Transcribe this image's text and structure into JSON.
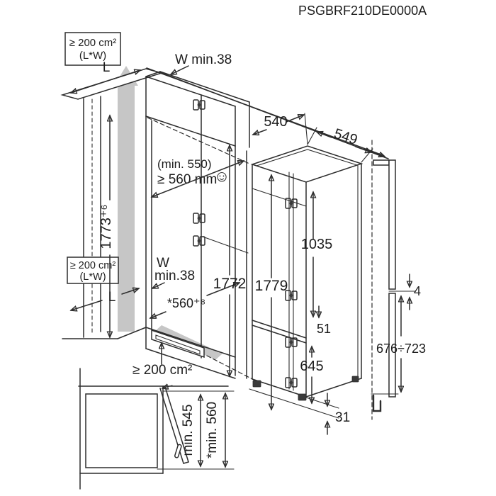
{
  "title": "PSGBRF210DE0000A",
  "colors": {
    "line": "#2d2d2d",
    "airflow_gray": "#c6c6c6"
  },
  "main_view": {
    "vent_top_box": {
      "line1": "≥ 200 cm²",
      "line2": "(L*W)"
    },
    "vent_mid_box": {
      "line1": "≥ 200 cm²",
      "line2": "(L*W)"
    },
    "depth_top_label": "L",
    "depth_mid_label": "L",
    "wall_gap_top": "W min.38",
    "wall_gap_mid_line1": "W",
    "wall_gap_mid_line2": "min.38",
    "niche_min_depth": "(min. 550)",
    "niche_depth": "≥ 560 mm",
    "smiley": "☺",
    "niche_height": "1773⁺⁶",
    "niche_width": "*560⁺⁸",
    "niche_front_height": "1772",
    "plinth_vent": "≥ 200 cm²"
  },
  "appliance": {
    "width": "540",
    "depth": "549",
    "height": "1779",
    "upper_door_height": "1035",
    "door_gap": "51",
    "lower_door_height": "645",
    "feet_height": "31"
  },
  "side_view": {
    "panel_gap": "4",
    "door_panel_height_range": "676÷723"
  },
  "top_view": {
    "min_depth": "min. 545",
    "min_depth_with_door": "*min. 560"
  }
}
